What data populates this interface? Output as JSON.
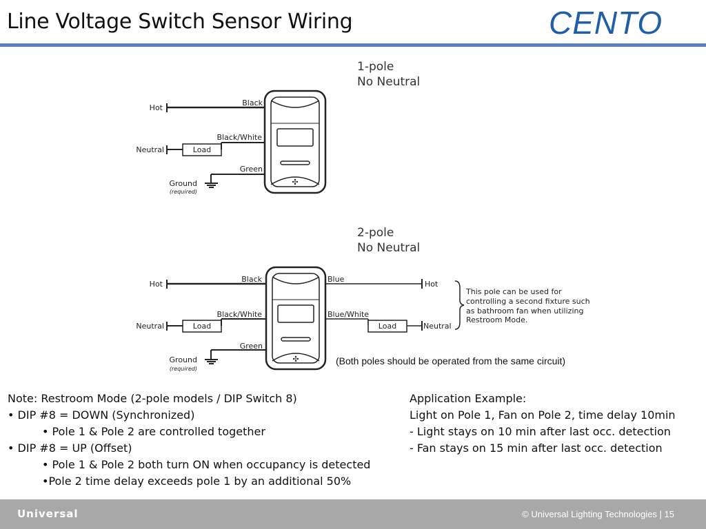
{
  "slide": {
    "title": "Line Voltage Switch Sensor Wiring",
    "logo": "CENTO",
    "accent_color": "#5b80bf",
    "logo_color": "#1f5fa8"
  },
  "diagram1": {
    "heading_line1": "1-pole",
    "heading_line2": "No Neutral",
    "hot": "Hot",
    "neutral": "Neutral",
    "ground": "Ground",
    "required": "(required)",
    "black": "Black",
    "black_white": "Black/White",
    "green": "Green",
    "load": "Load"
  },
  "diagram2": {
    "heading_line1": "2-pole",
    "heading_line2": "No Neutral",
    "hot": "Hot",
    "neutral": "Neutral",
    "ground": "Ground",
    "required": "(required)",
    "black": "Black",
    "black_white": "Black/White",
    "green": "Green",
    "load": "Load",
    "blue": "Blue",
    "blue_white": "Blue/White",
    "load_right": "Load",
    "hot_right": "Hot",
    "neutral_right": "Neutral",
    "note_lines": [
      "This pole can be used for",
      "controlling a second fixture such",
      "as  bathroom fan when utilizing",
      "Restroom Mode."
    ],
    "circuit_note": "(Both poles should be operated from the same circuit)"
  },
  "notes": {
    "line1": "Note: Restroom Mode (2-pole models / DIP Switch 8)",
    "line2": "• DIP #8 = DOWN (Synchronized)",
    "line3": "• Pole 1 & Pole 2 are controlled together",
    "line4": "• DIP #8 = UP (Offset)",
    "line5": "• Pole 1 & Pole 2 both turn ON when occupancy is detected",
    "line6": "•Pole 2 time delay exceeds pole 1 by an additional 50%"
  },
  "example": {
    "line1": "Application Example:",
    "line2": "Light on Pole 1, Fan on Pole 2, time delay 10min",
    "line3": " - Light stays on 10 min after last occ. detection",
    "line4": " - Fan stays on 15 min after last occ. detection"
  },
  "footer": {
    "brand": "Universal",
    "copyright": "© Universal Lighting Technologies | 15"
  }
}
